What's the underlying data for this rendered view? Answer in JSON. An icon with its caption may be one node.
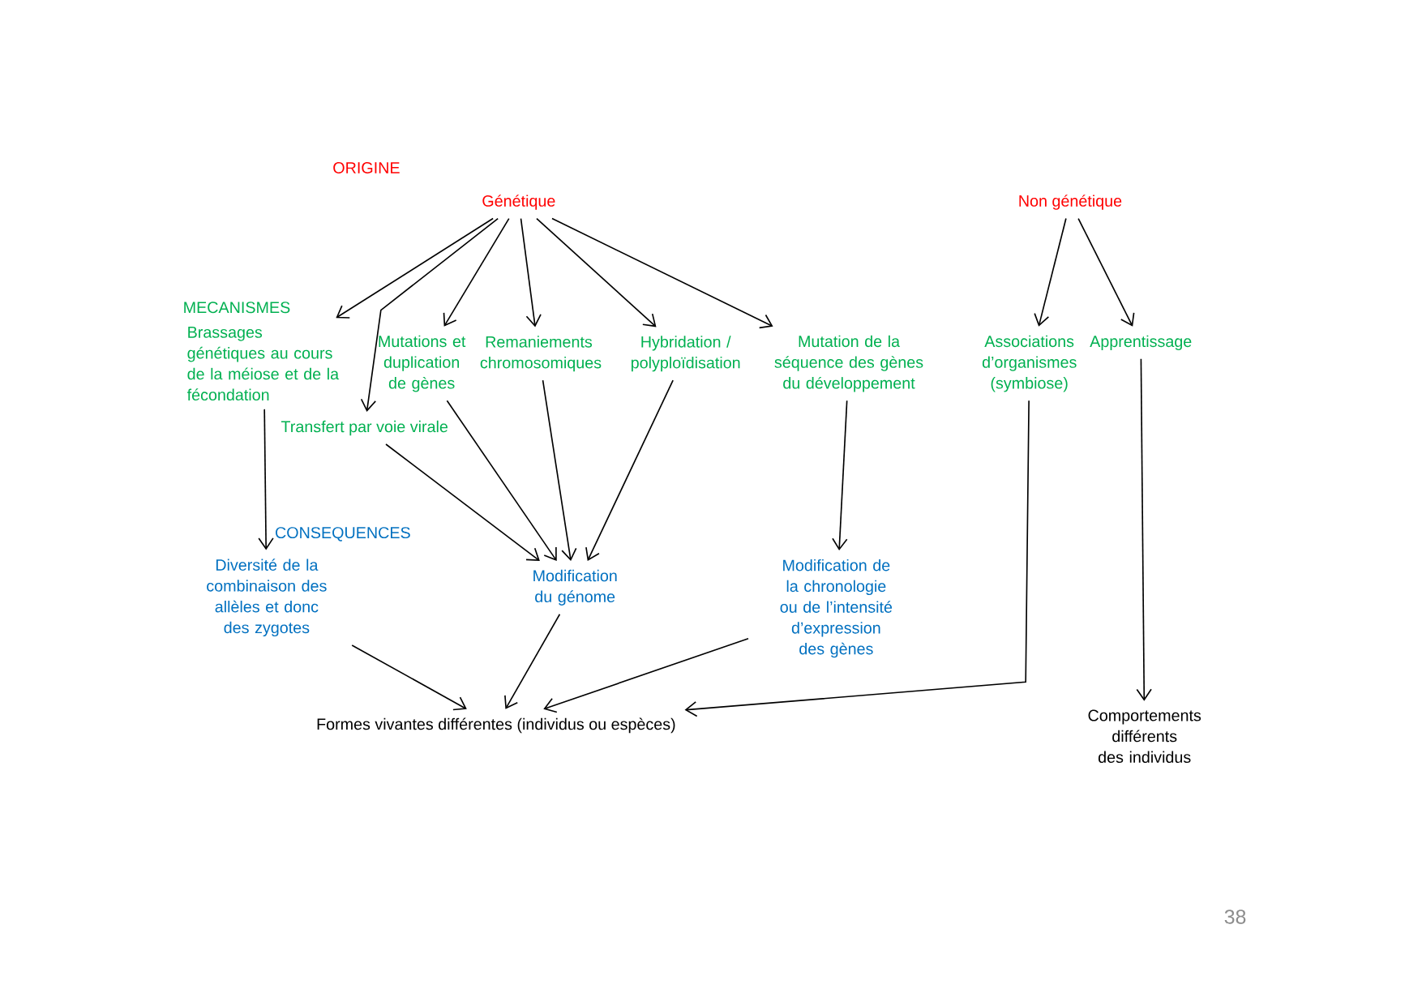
{
  "diagram": {
    "nodes": [
      {
        "text": [
          "Génétique"
        ]
      },
      {
        "text": [
          "Non génétique"
        ]
      },
      {
        "text": [
          "Brassages génétiques au cours de la méiose et de la fécondation"
        ]
      },
      {
        "text": [
          "Transfert par voie virale"
        ]
      },
      {
        "text": [
          "Mutations et duplication de gènes"
        ]
      },
      {
        "text": [
          "Remaniements chromosomiques"
        ]
      },
      {
        "text": [
          "Hybridation / polyploïdisation"
        ]
      },
      {
        "text": [
          "Mutation de la séquence des gènes du développement"
        ]
      },
      {
        "text": [
          "Associations d’organismes (symbiose)"
        ]
      },
      {
        "text": [
          "Apprentissage"
        ]
      },
      {
        "text": [
          "Diversité de la combinaison des allèles et donc des zygotes"
        ]
      },
      {
        "text": [
          "Modification du génome"
        ]
      },
      {
        "text": [
          "Modification de la chronologie ou de l’intensité d’expression des gènes"
        ]
      },
      {
        "text": [
          "Formes vivantes différentes (individus ou espèces)"
        ]
      },
      {
        "text": [
          "Comportements différents des individus"
        ]
      }
    ],
    "edges": [
      {
        "from": 0,
        "to": 2,
        "arrow": "to"
      },
      {
        "from": 0,
        "to": 3,
        "arrow": "to"
      },
      {
        "from": 0,
        "to": 4,
        "arrow": "to"
      },
      {
        "from": 0,
        "to": 5,
        "arrow": "to"
      },
      {
        "from": 0,
        "to": 6,
        "arrow": "to"
      },
      {
        "from": 0,
        "to": 7,
        "arrow": "to"
      },
      {
        "from": 1,
        "to": 8,
        "arrow": "to"
      },
      {
        "from": 1,
        "to": 9,
        "arrow": "to"
      },
      {
        "from": 2,
        "to": 10,
        "arrow": "to"
      },
      {
        "from": 3,
        "to": 11,
        "arrow": "to"
      },
      {
        "from": 4,
        "to": 11,
        "arrow": "to"
      },
      {
        "from": 5,
        "to": 11,
        "arrow": "to"
      },
      {
        "from": 6,
        "to": 11,
        "arrow": "to"
      },
      {
        "from": 7,
        "to": 12,
        "arrow": "to"
      },
      {
        "from": 10,
        "to": 13,
        "arrow": "to"
      },
      {
        "from": 11,
        "to": 13,
        "arrow": "to"
      },
      {
        "from": 12,
        "to": 13,
        "arrow": "to"
      },
      {
        "from": 8,
        "to": 13,
        "arrow": "to"
      },
      {
        "from": 9,
        "to": 14,
        "arrow": "to"
      }
    ],
    "labels": [
      "ORIGINE",
      "MECANISMES",
      "CONSEQUENCES",
      "38"
    ]
  }
}
